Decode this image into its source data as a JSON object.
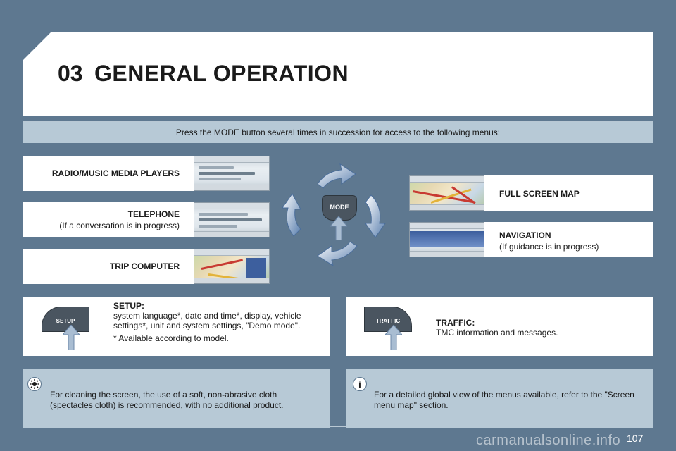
{
  "header": {
    "chapter_number": "03",
    "chapter_title": "GENERAL OPERATION"
  },
  "intro": "Press the MODE button several times in succession for access to the following menus:",
  "menus_left": [
    {
      "title": "RADIO/MUSIC MEDIA PLAYERS",
      "subtitle": ""
    },
    {
      "title": "TELEPHONE",
      "subtitle": "(If a conversation is in progress)"
    },
    {
      "title": "TRIP COMPUTER",
      "subtitle": ""
    }
  ],
  "menus_right": [
    {
      "title": "FULL SCREEN MAP",
      "subtitle": ""
    },
    {
      "title": "NAVIGATION",
      "subtitle": "(If guidance is in progress)"
    }
  ],
  "mode_button_label": "MODE",
  "setup": {
    "button_label": "SETUP",
    "title": "SETUP:",
    "text": "system language*, date and time*, display, vehicle settings*, unit and system settings, \"Demo mode\".",
    "note": "* Available according to model."
  },
  "traffic": {
    "button_label": "TRAFFIC",
    "title": "TRAFFIC:",
    "text": "TMC information and messages."
  },
  "tips": {
    "cleaning": "For cleaning the screen, the use of a soft, non-abrasive cloth (spectacles cloth) is recommended, with no additional product.",
    "info": "For a detailed global view of the menus available, refer to the \"Screen menu map\" section."
  },
  "icons": {
    "cleaning": "sun-icon",
    "info": "info-icon",
    "info_glyph": "i"
  },
  "page_number": "107",
  "watermark": "carmanualsonline.info",
  "colors": {
    "background": "#5e7890",
    "panel_light": "#b7c9d6",
    "white": "#ffffff",
    "button_dark": "#4a5560",
    "arrow_blue": "#5a7fae"
  }
}
